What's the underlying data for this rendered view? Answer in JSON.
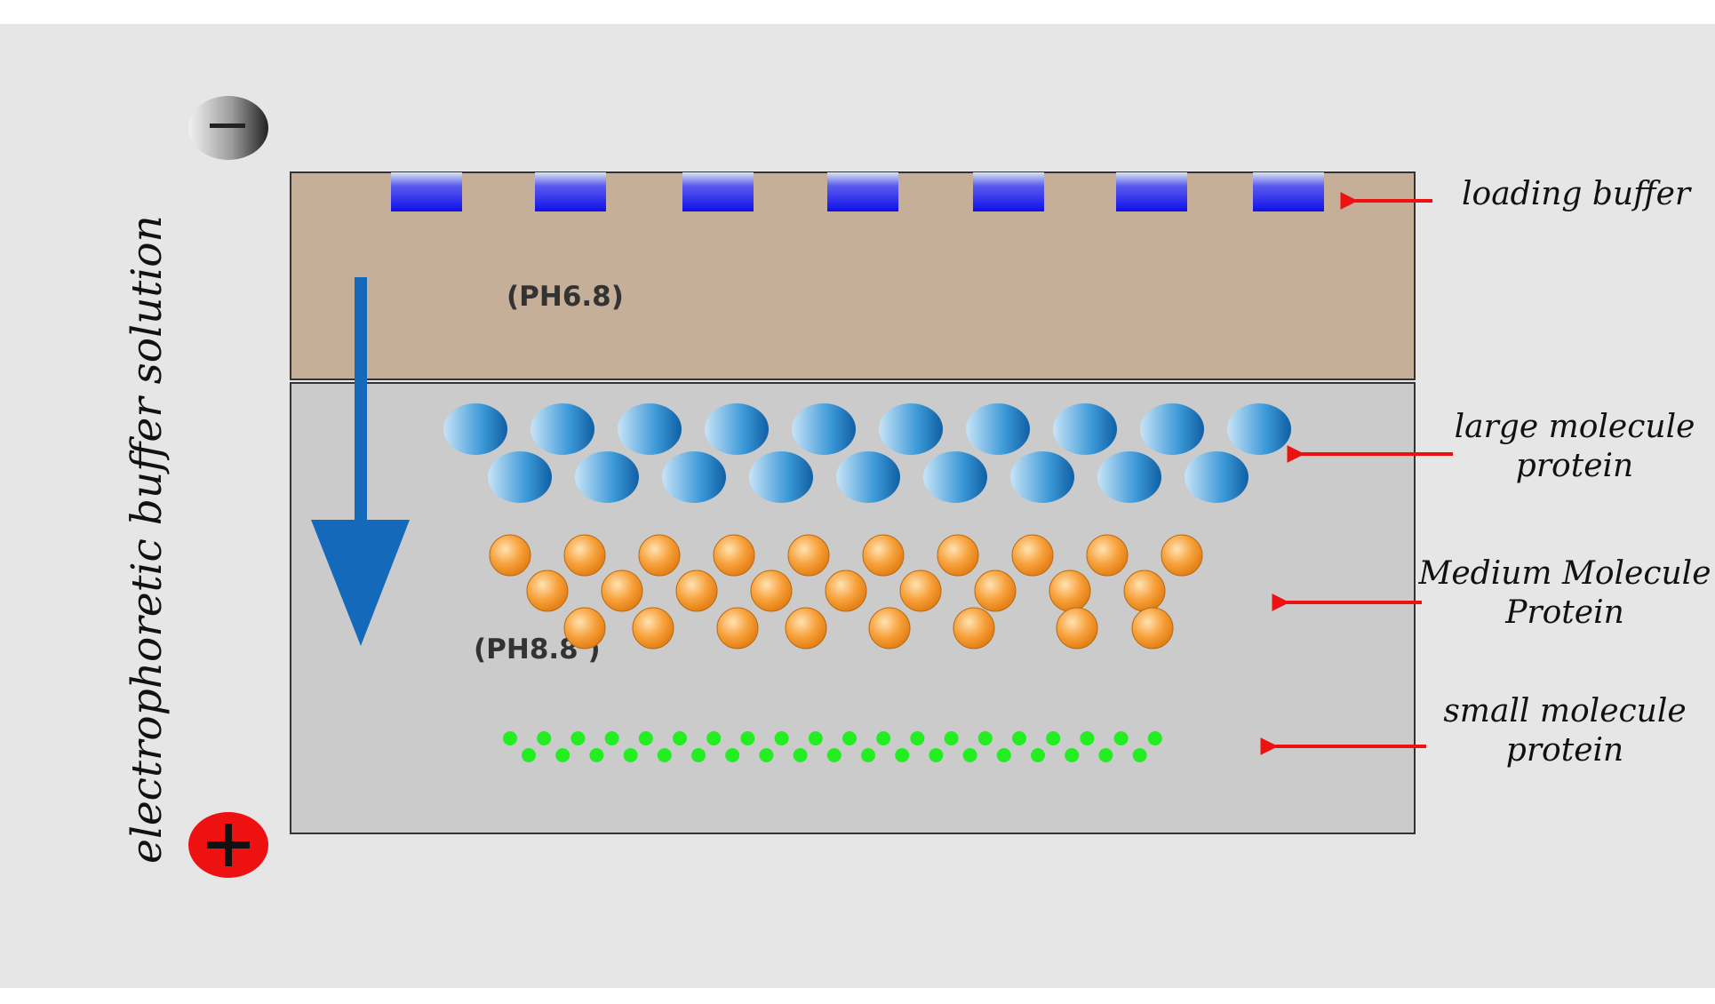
{
  "side_label": "electrophoretic buffer solution",
  "stacking_gel": {
    "ph_label": "(PH6.8)"
  },
  "separating_gel": {
    "ph_label": "(PH8.8 )"
  },
  "labels": {
    "loading_buffer": "loading buffer",
    "large_line1": "large molecule",
    "large_line2": "protein",
    "medium_line1": "Medium Molecule",
    "medium_line2": "Protein",
    "small_line1": "small molecule",
    "small_line2": "protein"
  },
  "colors": {
    "stacking_gel": "#c5af98",
    "separating_gel": "#cbcbcb",
    "migration_arrow": "#1469bb",
    "pointer_arrow": "#ee1111",
    "large_protein": "#1a7fc6",
    "medium_protein": "#f39220",
    "small_protein": "#22ee22",
    "well": "#1a1aee"
  },
  "icons": {
    "cathode": "minus-electrode-icon",
    "anode": "plus-electrode-icon"
  }
}
